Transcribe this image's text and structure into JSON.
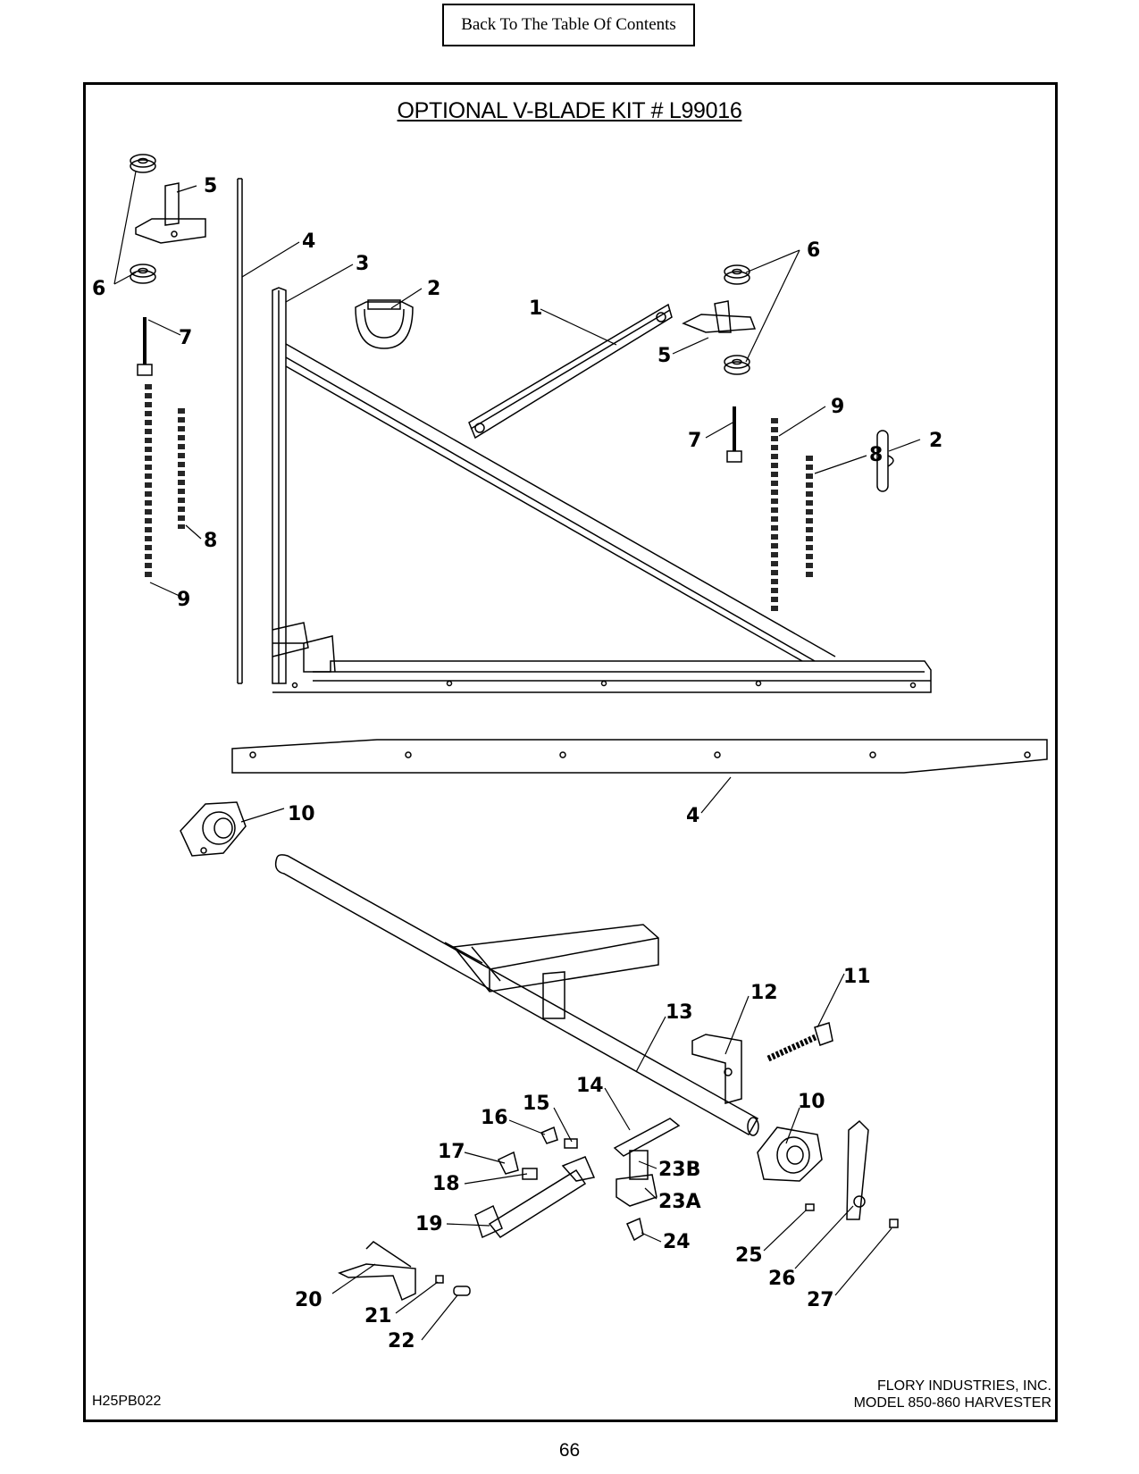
{
  "nav": {
    "toc_label": "Back To The Table Of Contents"
  },
  "title": "OPTIONAL V-BLADE KIT # L99016",
  "drawing_number": "H25PB022",
  "company": "FLORY INDUSTRIES, INC.",
  "model": "MODEL 850-860 HARVESTER",
  "page_number": "66",
  "callouts": {
    "c1": "1",
    "c2a": "2",
    "c2b": "2",
    "c3": "3",
    "c4a": "4",
    "c4b": "4",
    "c5a": "5",
    "c5b": "5",
    "c6a": "6",
    "c6b": "6",
    "c7a": "7",
    "c7b": "7",
    "c8a": "8",
    "c8b": "8",
    "c9a": "9",
    "c9b": "9",
    "c10a": "10",
    "c10b": "10",
    "c11": "11",
    "c12": "12",
    "c13": "13",
    "c14": "14",
    "c15": "15",
    "c16": "16",
    "c17": "17",
    "c18": "18",
    "c19": "19",
    "c20": "20",
    "c21": "21",
    "c22": "22",
    "c23a": "23A",
    "c23b": "23B",
    "c24": "24",
    "c25": "25",
    "c26": "26",
    "c27": "27"
  }
}
